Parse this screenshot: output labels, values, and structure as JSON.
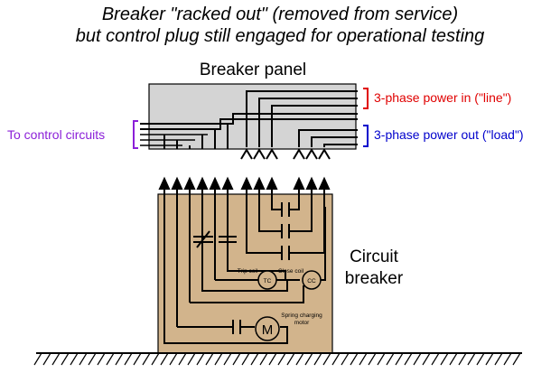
{
  "title": {
    "line1": "Breaker \"racked out\" (removed from service)",
    "line2": "but control plug still engaged for operational testing"
  },
  "labels": {
    "breaker_panel": "Breaker panel",
    "power_in": "3-phase power in (\"line\")",
    "power_out": "3-phase power out (\"load\")",
    "control_circuits": "To control circuits",
    "circuit_breaker_line1": "Circuit",
    "circuit_breaker_line2": "breaker",
    "trip_coil": "Trip coil",
    "close_coil": "Close coil",
    "spring_motor_line1": "Spring charging",
    "spring_motor_line2": "motor",
    "tc": "TC",
    "cc": "CC",
    "motor": "M"
  },
  "colors": {
    "panel_fill": "#d4d4d4",
    "breaker_fill": "#d2b48c",
    "line_label": "#e00000",
    "load_label": "#0000cc",
    "control_label": "#8b1fd8"
  }
}
